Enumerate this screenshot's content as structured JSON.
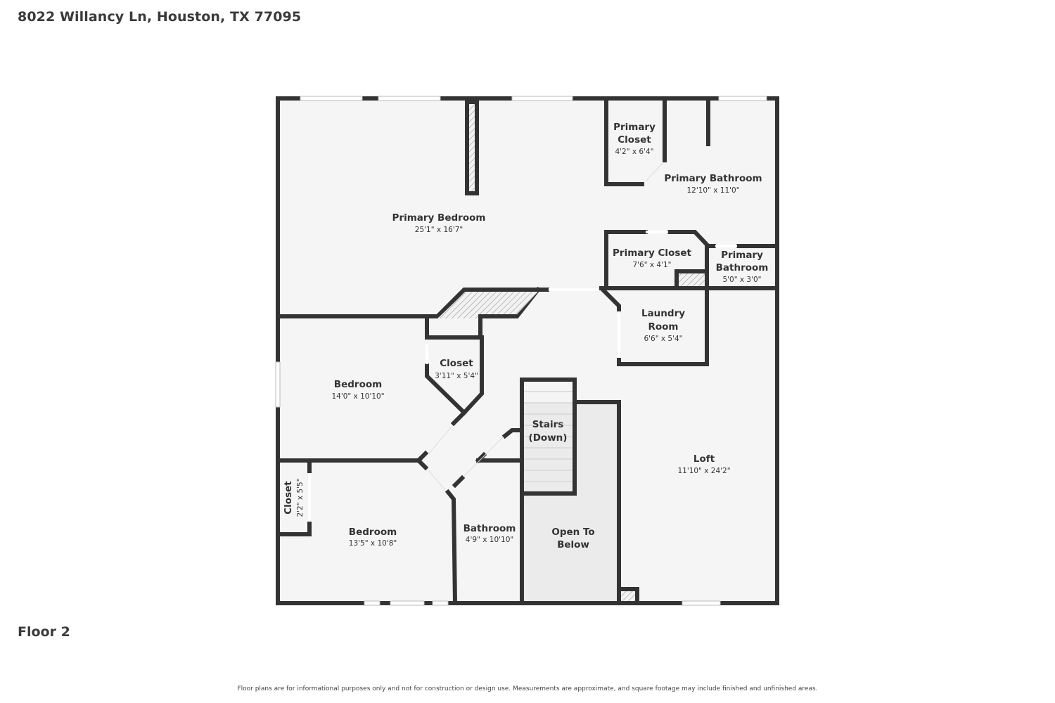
{
  "header": {
    "address": "8022 Willancy Ln, Houston, TX 77095"
  },
  "floor_label": "Floor 2",
  "disclaimer": "Floor plans are for informational purposes only and not for construction or design use. Measurements are approximate, and square footage may include finished and unfinished areas.",
  "colors": {
    "wall": "#333333",
    "floor": "#f5f5f5",
    "open_below": "#eaeaea",
    "background": "#ffffff"
  },
  "rooms": [
    {
      "name": "Primary Bedroom",
      "dims": "25'1\" x 16'7\""
    },
    {
      "name_l1": "Primary",
      "name_l2": "Closet",
      "dims": "4'2\" x 6'4\""
    },
    {
      "name": "Primary Bathroom",
      "dims": "12'10\" x 11'0\""
    },
    {
      "name": "Primary Closet",
      "dims": "7'6\" x 4'1\""
    },
    {
      "name_l1": "Primary",
      "name_l2": "Bathroom",
      "dims": "5'0\" x 3'0\""
    },
    {
      "name_l1": "Laundry",
      "name_l2": "Room",
      "dims": "6'6\" x 5'4\""
    },
    {
      "name": "Closet",
      "dims": "3'11\" x 5'4\""
    },
    {
      "name": "Bedroom",
      "dims": "14'0\" x 10'10\""
    },
    {
      "name_l1": "Stairs",
      "name_l2": "(Down)"
    },
    {
      "name": "Loft",
      "dims": "11'10\" x 24'2\""
    },
    {
      "name": "Closet",
      "dims": "2'2\" x 5'5\""
    },
    {
      "name": "Bedroom",
      "dims": "13'5\" x 10'8\""
    },
    {
      "name": "Bathroom",
      "dims": "4'9\" x 10'10\""
    },
    {
      "name_l1": "Open To",
      "name_l2": "Below"
    }
  ]
}
